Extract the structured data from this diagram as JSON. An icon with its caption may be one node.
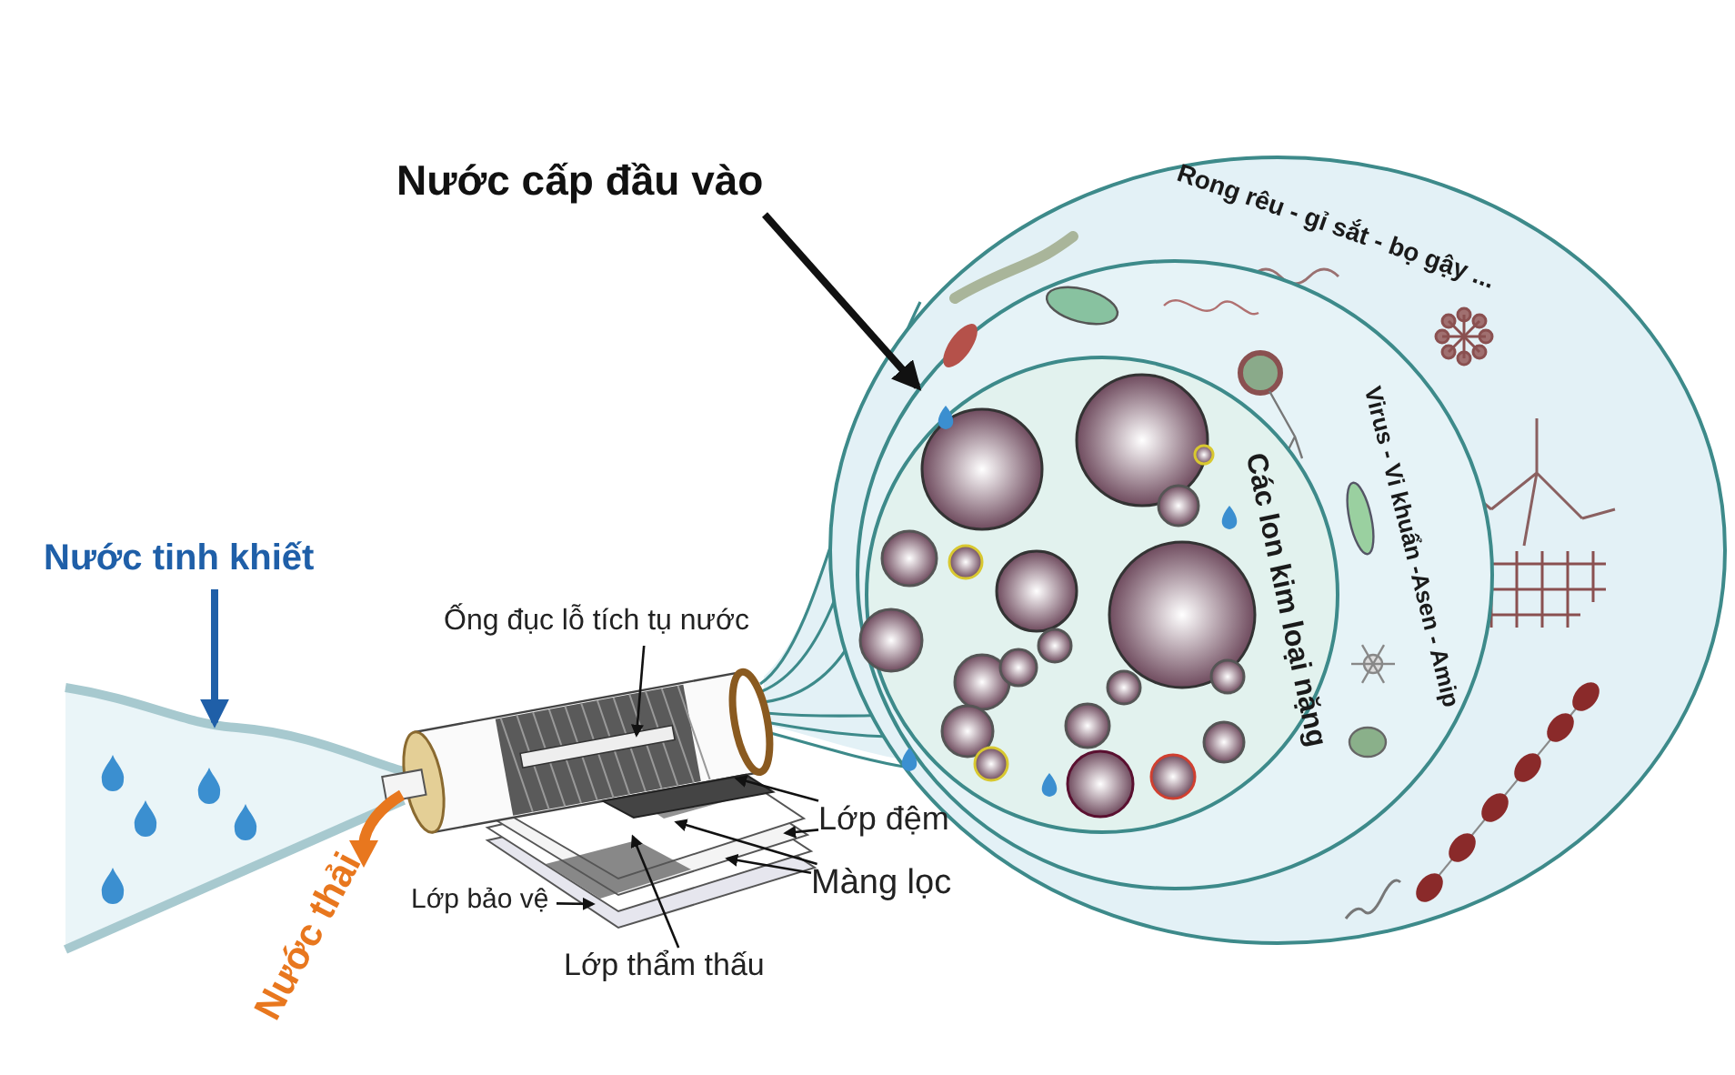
{
  "diagram": {
    "nodes": [
      {
        "text": [
          "Nước cấp đầu vào"
        ]
      },
      {
        "text": [
          "Rong rêu - gỉ sắt - bọ gậy ..."
        ]
      },
      {
        "text": [
          "Virus - Vi khuẩn -Asen - Amip"
        ],
        "in": 1
      },
      {
        "text": [
          "Các Ion kim loại nặng"
        ],
        "in": 2
      },
      {
        "text": [
          "Nước tinh khiết"
        ]
      },
      {
        "text": [],
        "shape": "funnel"
      },
      {
        "text": [],
        "shape": "picture"
      },
      {
        "text": [
          "Ống đục lỗ tích tụ nước"
        ]
      },
      {
        "text": [
          "Lớp đệm"
        ]
      },
      {
        "text": [
          "Màng lọc"
        ]
      },
      {
        "text": [
          "Lớp bảo vệ"
        ]
      },
      {
        "text": [
          "Lớp thẩm thấu"
        ]
      }
    ],
    "edges": [
      {
        "from": 0,
        "to": 2,
        "arrow": "to",
        "style": "thick"
      },
      {
        "from": 4,
        "to": 5,
        "arrow": "to",
        "style": "thick",
        "color": "#1f5fa8"
      },
      {
        "from": 7,
        "to": 6,
        "arrow": "to"
      },
      {
        "from": 8,
        "to": 6,
        "arrow": "to"
      },
      {
        "from": 8,
        "to": 6,
        "arrow": "to"
      },
      {
        "from": 9,
        "to": 6,
        "arrow": "to"
      },
      {
        "from": 9,
        "to": 6,
        "arrow": "to"
      },
      {
        "from": 10,
        "to": 6,
        "arrow": "to"
      },
      {
        "from": 11,
        "to": 6,
        "arrow": "to"
      }
    ],
    "labels": [
      "Nước thải"
    ]
  }
}
